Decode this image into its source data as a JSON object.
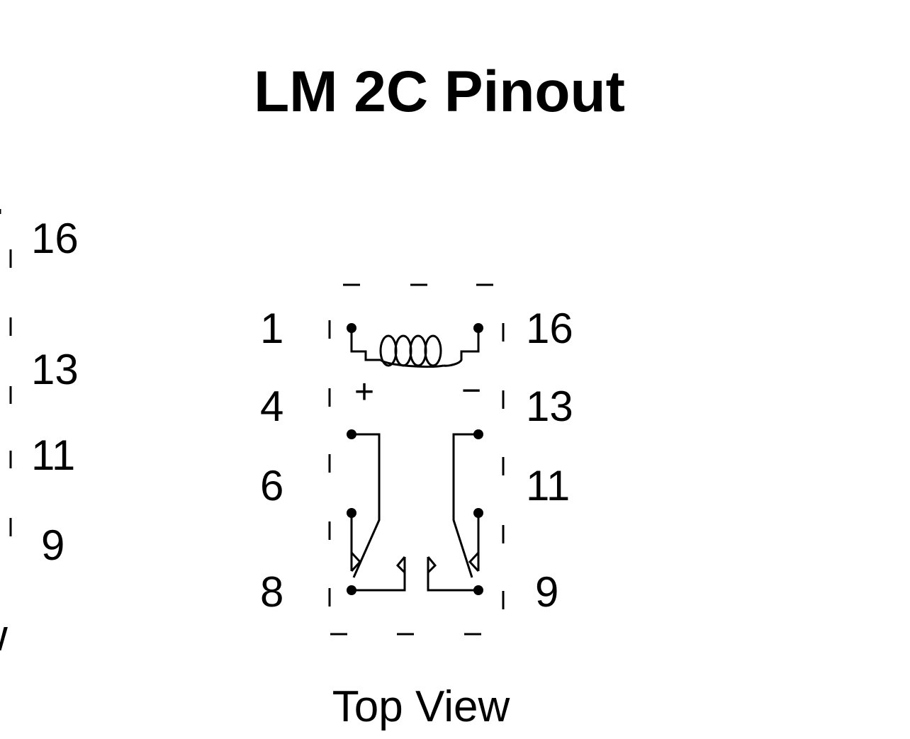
{
  "title": "LM 2C Pinout",
  "caption": "Top View",
  "coil_polarity": {
    "positive": "+",
    "negative": "−"
  },
  "pins_left": [
    "1",
    "4",
    "6",
    "8"
  ],
  "pins_right": [
    "16",
    "13",
    "11",
    "9"
  ],
  "cropped_view": {
    "pins": [
      "16",
      "13",
      "11",
      "9"
    ],
    "caption_fragment": "w"
  }
}
